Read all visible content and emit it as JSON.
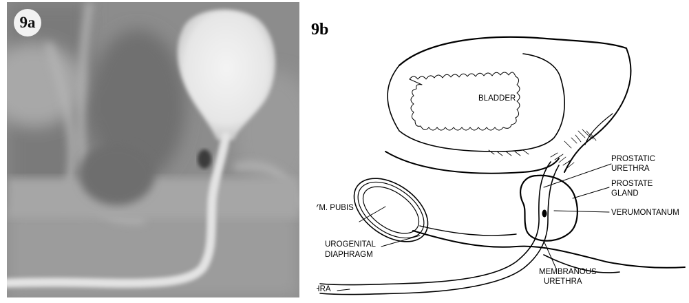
{
  "figure": {
    "panel_a_label": "9a",
    "panel_b_label": "9b"
  },
  "diagram": {
    "bladder": "BLADDER",
    "prostatic_urethra_1": "PROSTATIC",
    "prostatic_urethra_2": "URETHRA",
    "prostate_gland_1": "PROSTATE",
    "prostate_gland_2": "GLAND",
    "verumontanum": "VERUMONTANUM",
    "sym_pubis": "SYM. PUBIS",
    "urogenital_1": "UROGENITAL",
    "urogenital_2": "DIAPHRAGM",
    "membranous_1": "MEMBRANOUS",
    "membranous_2": "URETHRA",
    "urethra": "URETHRA"
  }
}
